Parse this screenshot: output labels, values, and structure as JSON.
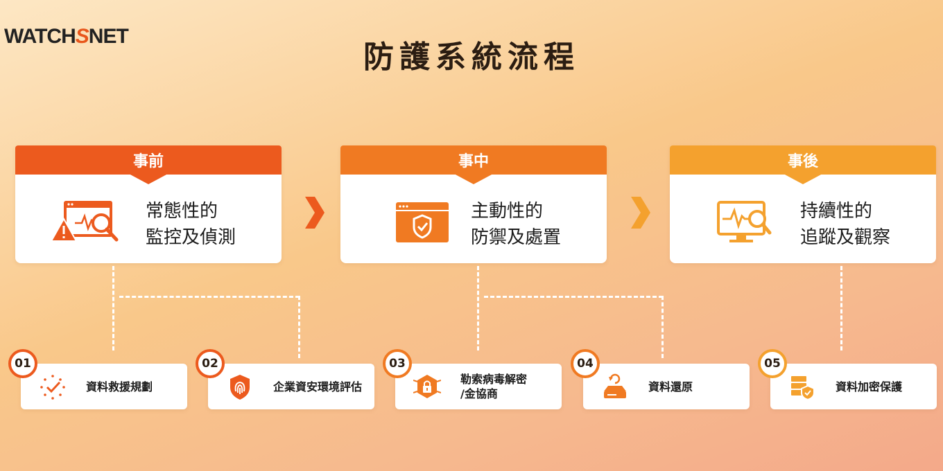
{
  "logo": {
    "part1": "WATCH",
    "part2": "S",
    "part3": "NET"
  },
  "title": "防護系統流程",
  "phases": [
    {
      "label": "事前",
      "line1": "常態性的",
      "line2": "監控及偵測",
      "color": "#ec5a1e",
      "icon": "alert-monitor-search-icon"
    },
    {
      "label": "事中",
      "line1": "主動性的",
      "line2": "防禦及處置",
      "color": "#f07a22",
      "icon": "browser-shield-icon"
    },
    {
      "label": "事後",
      "line1": "持續性的",
      "line2": "追蹤及觀察",
      "color": "#f4a12e",
      "icon": "monitor-pulse-search-icon"
    }
  ],
  "steps": [
    {
      "num": "01",
      "label": "資料救援規劃",
      "color": "#ec5a1e",
      "icon": "dotted-check-circle-icon"
    },
    {
      "num": "02",
      "label": "企業資安環境評估",
      "color": "#ec5a1e",
      "icon": "fingerprint-shield-icon"
    },
    {
      "num": "03",
      "label": "勒索病毒解密",
      "label2": "/金協商",
      "color": "#f07a22",
      "icon": "ransomware-lock-icon"
    },
    {
      "num": "04",
      "label": "資料還原",
      "color": "#f07a22",
      "icon": "drive-restore-icon"
    },
    {
      "num": "05",
      "label": "資料加密保護",
      "color": "#f4a12e",
      "icon": "server-shield-icon"
    }
  ]
}
